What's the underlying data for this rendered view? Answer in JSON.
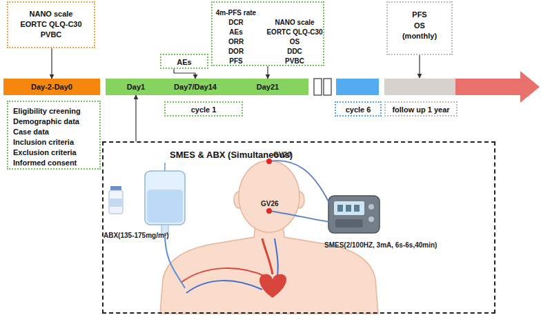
{
  "diagram": {
    "nodes": [
      {
        "text": [
          "NANO scale",
          "EORTC QLQ-C30",
          "PVBC"
        ]
      },
      {
        "text": [
          "4m-PFS rate",
          "DCR",
          "AEs",
          "ORR",
          "DOR",
          "PFS",
          "NANO scale",
          "EORTC QLQ-C30",
          "OS",
          "DDC",
          "PVBC"
        ]
      },
      {
        "text": [
          "PFS",
          "OS",
          "(monthly)"
        ]
      },
      {
        "text": [
          "AEs"
        ]
      },
      {
        "text": [
          "Day-2-Day0"
        ]
      },
      {
        "text": [
          "Day1",
          "Day7/Day14",
          "Day21"
        ]
      },
      {
        "text": [
          "Eligibility creening",
          "Demographic data",
          "Case data",
          "Inclusion criteria",
          "Exclusion criteria",
          "Informed consent"
        ]
      },
      {
        "text": [
          "cycle 1"
        ]
      },
      {
        "text": [
          "cycle 6"
        ]
      },
      {
        "text": [
          "follow up 1 year"
        ]
      },
      {
        "text": [
          "SMES & ABX (Simultaneous)"
        ]
      }
    ],
    "edges": [
      {
        "from": 0,
        "to": 4,
        "arrow": "to"
      },
      {
        "from": 3,
        "to": 5,
        "arrow": "to"
      },
      {
        "from": 1,
        "to": 5,
        "arrow": "to"
      },
      {
        "from": 10,
        "to": 5,
        "arrow": "to"
      }
    ],
    "labels": [
      "ABX(135-175mg/m²)",
      "GV20",
      "GV26",
      "SMES(2/100HZ, 3mA, 6s-6s,40min)"
    ]
  }
}
